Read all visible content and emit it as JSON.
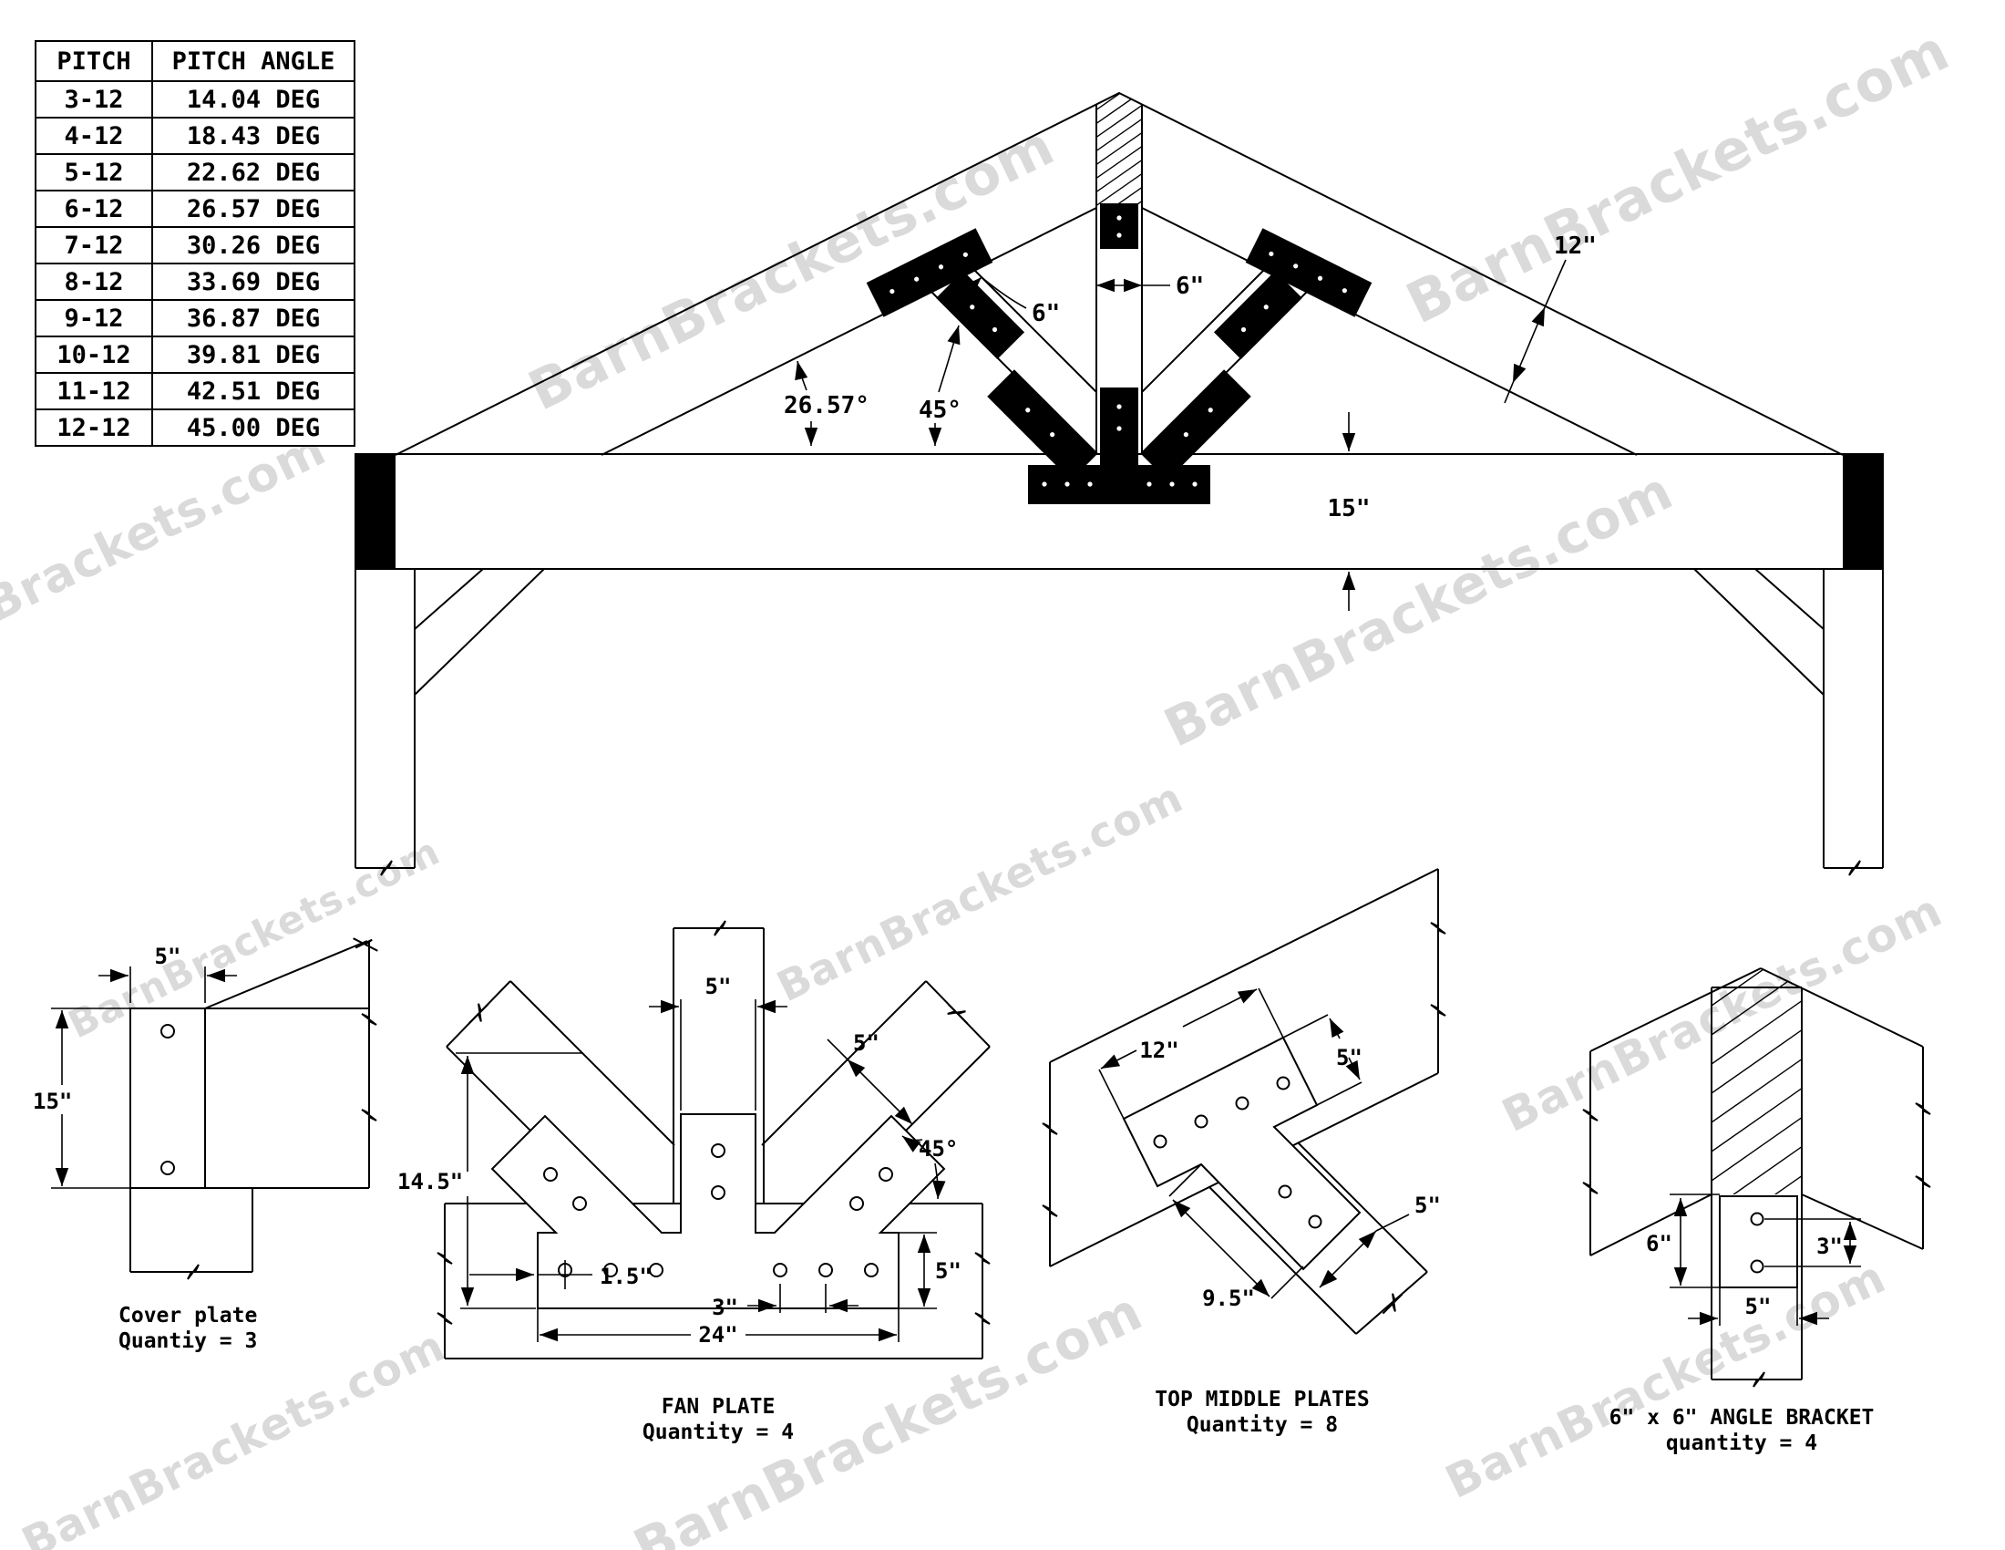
{
  "pitch_table": {
    "headers": [
      "PITCH",
      "PITCH ANGLE"
    ],
    "rows": [
      [
        "3-12",
        "14.04 DEG"
      ],
      [
        "4-12",
        "18.43 DEG"
      ],
      [
        "5-12",
        "22.62 DEG"
      ],
      [
        "6-12",
        "26.57 DEG"
      ],
      [
        "7-12",
        "30.26 DEG"
      ],
      [
        "8-12",
        "33.69 DEG"
      ],
      [
        "9-12",
        "36.87 DEG"
      ],
      [
        "10-12",
        "39.81 DEG"
      ],
      [
        "11-12",
        "42.51 DEG"
      ],
      [
        "12-12",
        "45.00 DEG"
      ]
    ]
  },
  "truss": {
    "kingpost_width": "6\"",
    "strut_width": "6\"",
    "rafter_depth": "12\"",
    "chord_depth": "15\"",
    "pitch_angle": "26.57°",
    "strut_angle": "45°"
  },
  "details": {
    "cover": {
      "title": "Cover plate",
      "qty": "Quantiy = 3",
      "width": "5\"",
      "height": "15\""
    },
    "fan": {
      "title": "FAN PLATE",
      "qty": "Quantity = 4",
      "height": "14.5\"",
      "stem_width": "5\"",
      "arm_width": "5\"",
      "arm_angle": "45°",
      "edge_offset": "1.5\"",
      "hole_spacing": "3\"",
      "base_height": "5\"",
      "base_length": "24\""
    },
    "top_middle": {
      "title": "TOP MIDDLE PLATES",
      "qty": "Quantity = 8",
      "bar_length": "12\"",
      "bar_width": "5\"",
      "stem_length": "9.5\"",
      "stem_width": "5\""
    },
    "angle_bracket": {
      "title": "6\" x 6\" ANGLE BRACKET",
      "qty": "quantity = 4",
      "height": "6\"",
      "hole_spacing": "3\"",
      "width": "5\""
    }
  },
  "watermark": {
    "text": "BarnBrackets.com",
    "color": "#bdbdbd"
  }
}
